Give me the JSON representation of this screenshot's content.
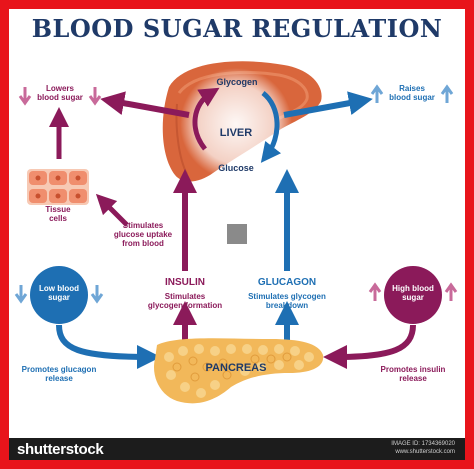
{
  "title": "BLOOD SUGAR REGULATION",
  "liver": {
    "label": "LIVER",
    "glycogen": "Glycogen",
    "glucose": "Glucose"
  },
  "left_effect": {
    "line1": "Lowers",
    "line2": "blood sugar"
  },
  "right_effect": {
    "line1": "Raises",
    "line2": "blood sugar"
  },
  "tissue": {
    "line1": "Tissue",
    "line2": "cells"
  },
  "uptake_note": {
    "line1": "Stimulates",
    "line2": "glucose uptake",
    "line3": "from blood"
  },
  "insulin": {
    "title": "INSULIN",
    "line1": "Stimulates",
    "line2": "glycogen formation"
  },
  "glucagon": {
    "title": "GLUCAGON",
    "line1": "Stimulates glycogen",
    "line2": "breakdown"
  },
  "low_sugar": {
    "line1": "Low blood",
    "line2": "sugar"
  },
  "high_sugar": {
    "line1": "High blood",
    "line2": "sugar"
  },
  "promotes_glucagon": {
    "line1": "Promotes glucagon",
    "line2": "release"
  },
  "promotes_insulin": {
    "line1": "Promotes insulin",
    "line2": "release"
  },
  "pancreas": {
    "label": "PANCREAS"
  },
  "footer": {
    "brand": "shutterstock",
    "image_id": "IMAGE ID: 1734369020",
    "site": "www.shutterstock.com"
  },
  "colors": {
    "frame": "#e8141b",
    "title": "#1f3a68",
    "insulin_purple": "#8b1a5a",
    "glucagon_blue": "#1e6fb3",
    "liver": "#d9663c",
    "pancreas": "#f2b85a"
  }
}
